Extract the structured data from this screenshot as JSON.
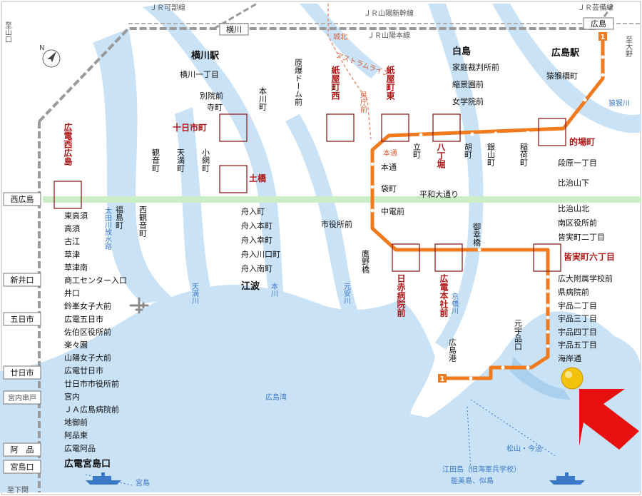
{
  "lines": {
    "jr_kabe": "ＪＲ可部線",
    "jr_sanyo_shinkansen": "ＪＲ山陽新幹線",
    "jr_geibi": "ＪＲ芸備線",
    "jr_sanyo_honsen": "ＪＲ山陽本線",
    "astram": "アストラムライン",
    "kencho_mae": "県庁前",
    "johoku": "城北"
  },
  "boxes": {
    "yokogawa": "横川",
    "hiroshima": "広島",
    "nishi_hiroshima": "西広島",
    "shin_iguchi": "新井口",
    "itsukaichi": "五日市",
    "hatsukaichi": "廿日市",
    "miyauchi_kushido": "宮内串戸",
    "ajina": "阿　品",
    "miyajimaguchi": "宮島口"
  },
  "edge": {
    "to_sanin": "至山口",
    "to_ohno": "至大野",
    "to_shimonoseki": "至下関"
  },
  "left_stops": [
    "東高須",
    "高須",
    "古江",
    "草津",
    "草津南",
    "商工センター入口",
    "井口",
    "鈴峯女子大前",
    "広電五日市",
    "佐伯区役所前",
    "楽々園",
    "山陽女子大前",
    "広電廿日市",
    "廿日市市役所前",
    "宮内",
    "ＪＡ広島病院前",
    "地御前",
    "阿品東",
    "広電阿品"
  ],
  "left_terminal": "広電宮島口",
  "mid_stops": {
    "yokogawa_station": "横川駅",
    "yokogawa_itchome": "横川一丁目",
    "betsuin_mae": "別院前",
    "teramachi": "寺町",
    "tokaichimachi": "十日市町",
    "dobashi": "土橋",
    "kannonmachi": "観音町",
    "tenmacho": "天満町",
    "koamicho": "小網町",
    "honkawacho": "本川町",
    "genbaku_dome": "原爆ドーム前",
    "fukushimacho": "福島町",
    "nishi_kannonmachi": "西観音町",
    "hiroden_nishi_hiroshima": "広電西広島",
    "funairimachi": "舟入町",
    "funairi_honmachi": "舟入本町",
    "funairi_saiwaicho": "舟入幸町",
    "funairi_kawaguchicho": "舟入川口町",
    "funairi_minamimachi": "舟入南町",
    "eba": "江波",
    "shiyakusho_mae": "市役所前",
    "kamiyacho_nishi": "紙屋町西",
    "kamiyacho_higashi": "紙屋町東",
    "hondori": "本通",
    "tatemachi": "立町",
    "hacchobori": "八丁堀",
    "ebisucho": "胡町",
    "kanayamacho": "銀山町",
    "inarimachi": "稲荷町",
    "matobacho": "的場町",
    "enkobashicho": "猿猴橋町",
    "hiroshima_station": "広島駅",
    "hakushima": "白島",
    "katei_saibansho_mae": "家庭裁判所前",
    "shukkeien_mae": "縮景園前",
    "jogakuin_mae": "女学院前",
    "danbara_itchome": "段原一丁目",
    "hijiyama_shita": "比治山下",
    "hijiyama_kita": "比治山北",
    "minami_kuyakusho": "南区役所前",
    "minamimachi_nichome": "皆実町二丁目",
    "minamimachi_rokuchome": "皆実町六丁目",
    "hiro_daifuzoku": "広大附属学校前",
    "kenbyoin_mae": "県病院前",
    "ujina_nichome": "宇品二丁目",
    "ujina_sanchome": "宇品三丁目",
    "ujina_yonchome": "宇品四丁目",
    "ujina_gochome": "宇品五丁目",
    "kaigan_dori": "海岸通",
    "motoujinaguchi": "元宇品口",
    "hiroshima_port": "広島港",
    "hondori_tram": "本通",
    "fukuromachi": "袋町",
    "chuden_mae": "中電前",
    "takanobashi": "鷹野橋",
    "miyukibashi": "御幸橋",
    "nisseki_byoin": "日赤病院前",
    "hiroden_honsha": "広電本社前",
    "heiwa_odori": "平和大通り",
    "ota_hosuiro": "太田川放水路",
    "tenmagawa": "天満川",
    "honkawa": "本川",
    "motoyasugawa": "元安川",
    "kyobashigawa": "京橋川",
    "enkogawa": "猿猴川",
    "hiroshima_bay": "広島湾",
    "matsuyama_imabari": "松山・今治",
    "etajima": "江田島（旧海軍兵学校）",
    "nomijima": "能美島、似島",
    "miyajima": "宮島",
    "num_1": "1"
  },
  "colors": {
    "water": "#c9e2f5",
    "water_dark": "#a9d1ef",
    "tram": "#f07a1e",
    "jr": "#9a9a9a",
    "astram": "#e6937a",
    "peace_blvd": "#cbeec7",
    "red_label": "#b01818",
    "blue_label": "#3a78c8"
  },
  "icons": [
    "airplane-icon",
    "ferry-icon",
    "location-pin-icon",
    "arrow-icon",
    "compass-icon"
  ]
}
